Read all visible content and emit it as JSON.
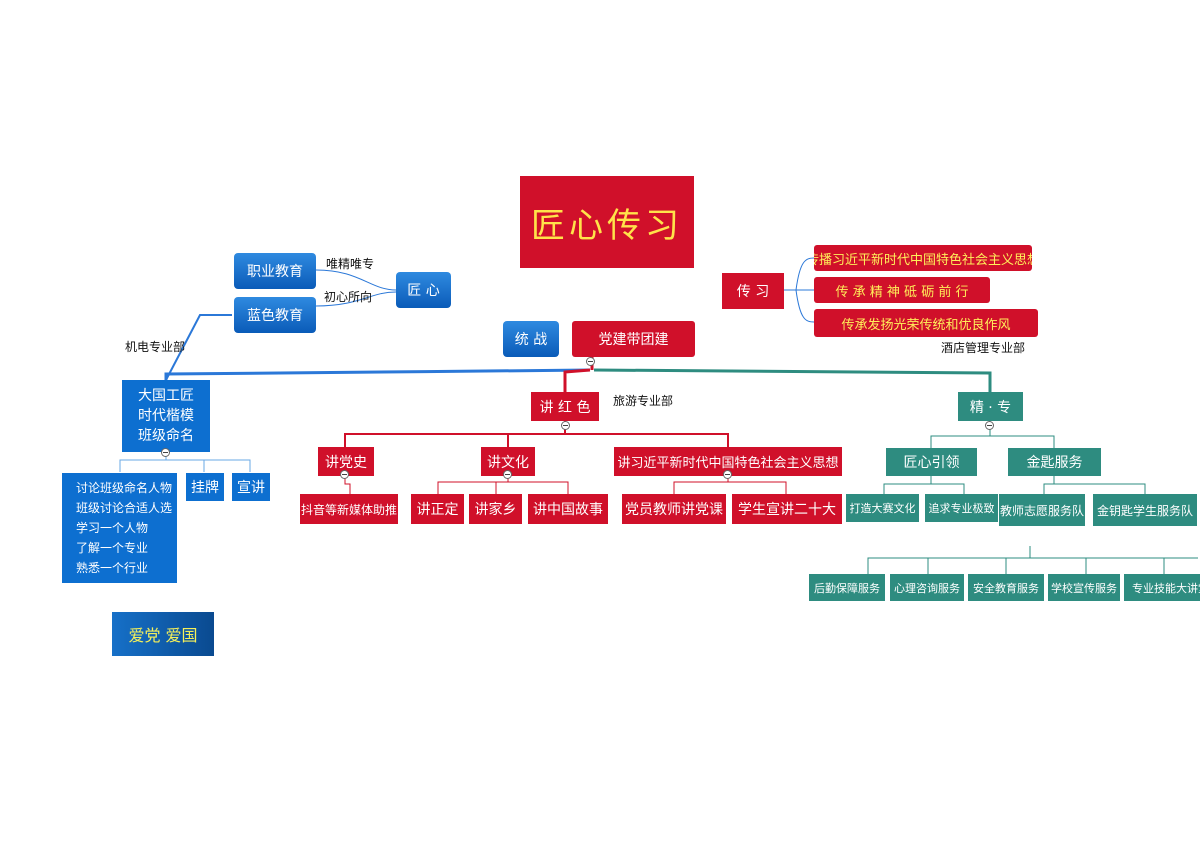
{
  "title": "匠心传习",
  "left": {
    "zhiye": "职业教育",
    "lanse": "蓝色教育",
    "label_top": "唯精唯专",
    "label_bottom": "初心所向",
    "jiangxin": "匠 心",
    "dept": "机电专业部",
    "main": [
      "大国工匠",
      "时代楷模",
      "班级命名"
    ],
    "list": [
      "讨论班级命名人物",
      "班级讨论合适人选",
      "学习一个人物",
      "了解一个专业",
      "熟悉一个行业"
    ],
    "guapai": "挂牌",
    "xuanjiang": "宣讲",
    "aidang": "爱党  爱国"
  },
  "center": {
    "tongzhan": "统 战",
    "root": "党建带团建",
    "jianghongse": "讲 红 色",
    "dept": "旅游专业部",
    "dangshi": "讲党史",
    "wenhua": "讲文化",
    "sixiang": "讲习近平新时代中国特色社会主义思想",
    "douyin": "抖音等新媒体助推",
    "zhengding": "讲正定",
    "jiaxiang": "讲家乡",
    "gushi": "讲中国故事",
    "dangyuan": "党员教师讲党课",
    "xuesheng": "学生宣讲二十大"
  },
  "right": {
    "chuanxi": "传 习",
    "items": [
      "传播习近平新时代中国特色社会主义思想",
      "传 承 精 神    砥 砺 前 行",
      "传承发扬光荣传统和优良作风"
    ],
    "dept": "酒店管理专业部",
    "jingzhuan": "精 · 专",
    "jiangxinyinling": "匠心引领",
    "jinshi": "金匙服务",
    "dasai": "打造大赛文化",
    "zhuiqiu": "追求专业极致",
    "zhiyuan": "教师志愿服务队",
    "jinyaoshi": "金钥匙学生服务队",
    "services": [
      "后勤保障服务",
      "心理咨询服务",
      "安全教育服务",
      "学校宣传服务",
      "专业技能大讲堂"
    ]
  }
}
